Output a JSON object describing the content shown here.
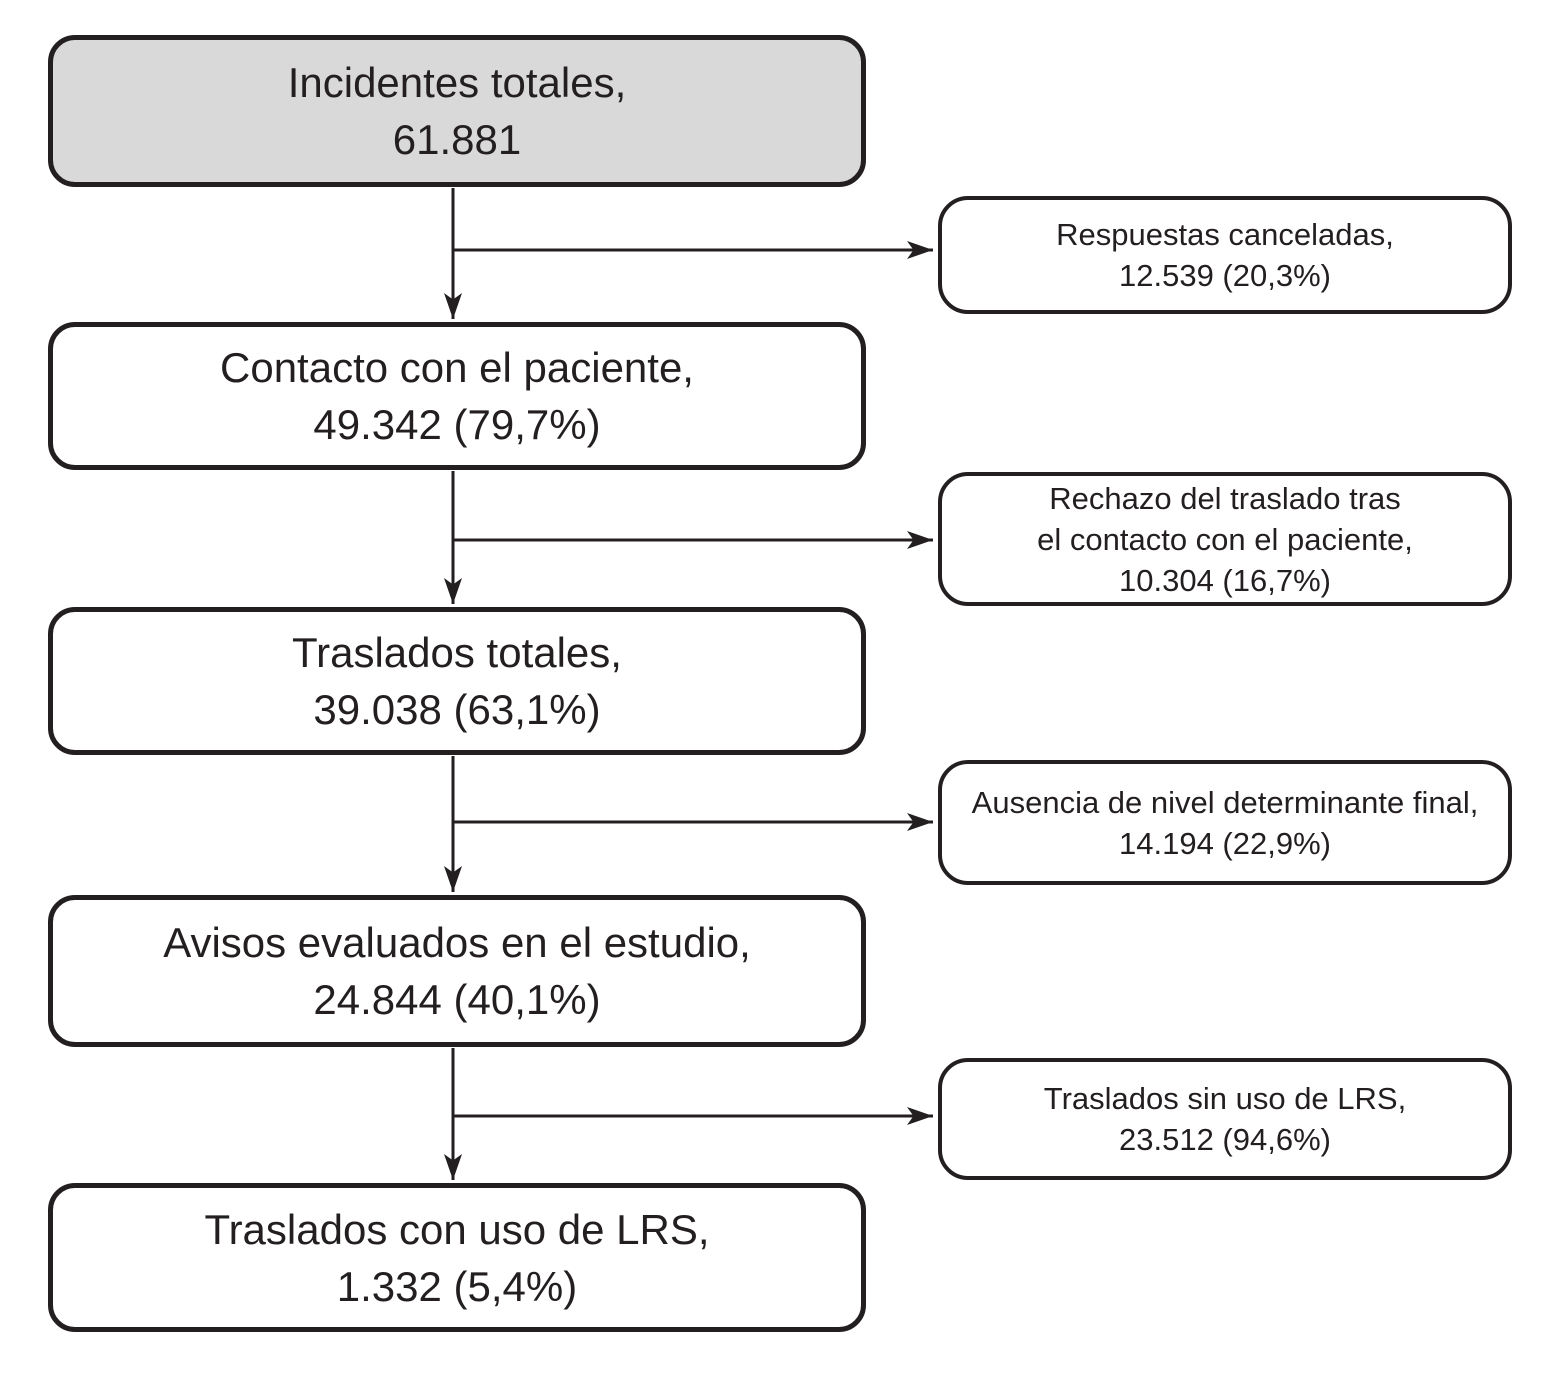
{
  "diagram": {
    "main_boxes": [
      {
        "lines": [
          "Incidentes totales,",
          "61.881"
        ]
      },
      {
        "lines": [
          "Contacto con el paciente,",
          "49.342 (79,7%)"
        ]
      },
      {
        "lines": [
          "Traslados totales,",
          "39.038 (63,1%)"
        ]
      },
      {
        "lines": [
          "Avisos evaluados en el estudio,",
          "24.844 (40,1%)"
        ]
      },
      {
        "lines": [
          "Traslados con uso de LRS,",
          "1.332 (5,4%)"
        ]
      }
    ],
    "side_boxes": [
      {
        "lines": [
          "Respuestas canceladas,",
          "12.539 (20,3%)"
        ]
      },
      {
        "lines": [
          "Rechazo del traslado tras",
          "el contacto con el paciente,",
          "10.304 (16,7%)"
        ]
      },
      {
        "lines": [
          "Ausencia de nivel determinante final,",
          "14.194 (22,9%)"
        ]
      },
      {
        "lines": [
          "Traslados sin uso de LRS,",
          "23.512 (94,6%)"
        ]
      }
    ],
    "colors": {
      "border": "#231f20",
      "text": "#231f20",
      "root_fill": "#d9d9da",
      "box_fill": "#ffffff",
      "background": "#ffffff"
    }
  }
}
